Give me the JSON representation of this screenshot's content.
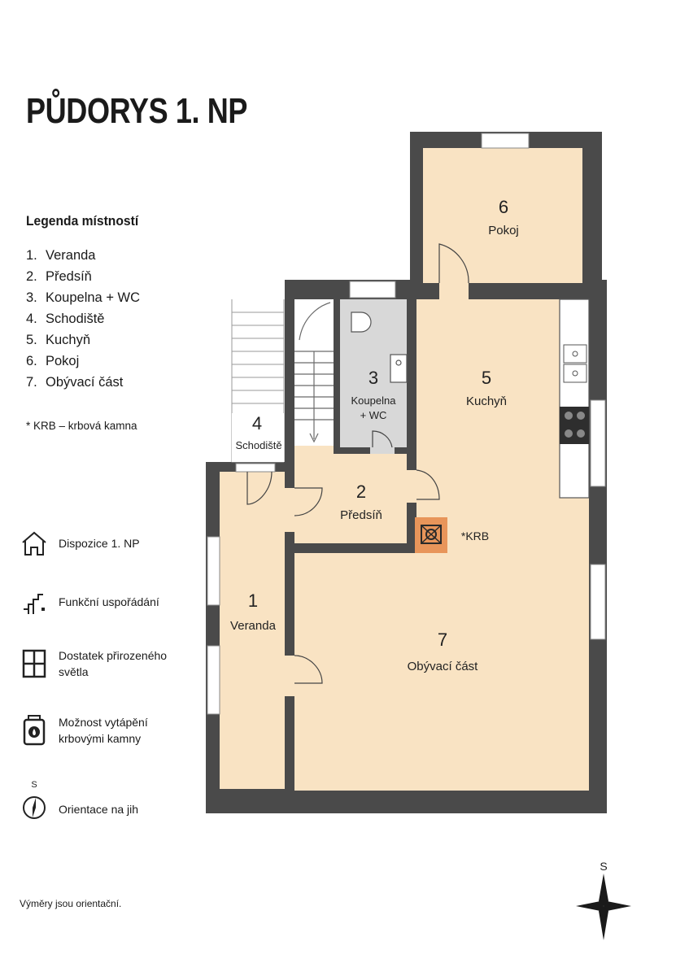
{
  "title": "PŮDORYS 1. NP",
  "legend": {
    "heading": "Legenda místností",
    "items": [
      {
        "num": "1.",
        "label": "Veranda"
      },
      {
        "num": "2.",
        "label": "Předsíň"
      },
      {
        "num": "3.",
        "label": "Koupelna + WC"
      },
      {
        "num": "4.",
        "label": "Schodiště"
      },
      {
        "num": "5.",
        "label": "Kuchyň"
      },
      {
        "num": "6.",
        "label": "Pokoj"
      },
      {
        "num": "7.",
        "label": "Obývací část"
      }
    ],
    "note": "* KRB – krbová kamna"
  },
  "features": [
    {
      "icon": "house-icon",
      "text": "Dispozice 1. NP"
    },
    {
      "icon": "stairs-icon",
      "text": "Funkční uspořádání"
    },
    {
      "icon": "window-icon",
      "text": "Dostatek přirozeného světla"
    },
    {
      "icon": "stove-icon",
      "text": "Možnost vytápění krbovými kamny"
    },
    {
      "icon": "compass-icon",
      "text": "Orientace na jih",
      "compass_letter": "S"
    }
  ],
  "rooms": [
    {
      "num": "1",
      "name": "Veranda"
    },
    {
      "num": "2",
      "name": "Předsíň"
    },
    {
      "num": "3",
      "name": "Koupelna",
      "name2": "+ WC"
    },
    {
      "num": "4",
      "name": "Schodiště"
    },
    {
      "num": "5",
      "name": "Kuchyň"
    },
    {
      "num": "6",
      "name": "Pokoj"
    },
    {
      "num": "7",
      "name": "Obývací část"
    }
  ],
  "krb_label": "*KRB",
  "compass_letter": "S",
  "footer_note": "Výměry jsou orientační.",
  "colors": {
    "wall": "#4a4a4a",
    "floor": "#f9e3c3",
    "bath": "#d8d8d8",
    "stairs": "#ffffff",
    "krb": "#e8955a"
  }
}
